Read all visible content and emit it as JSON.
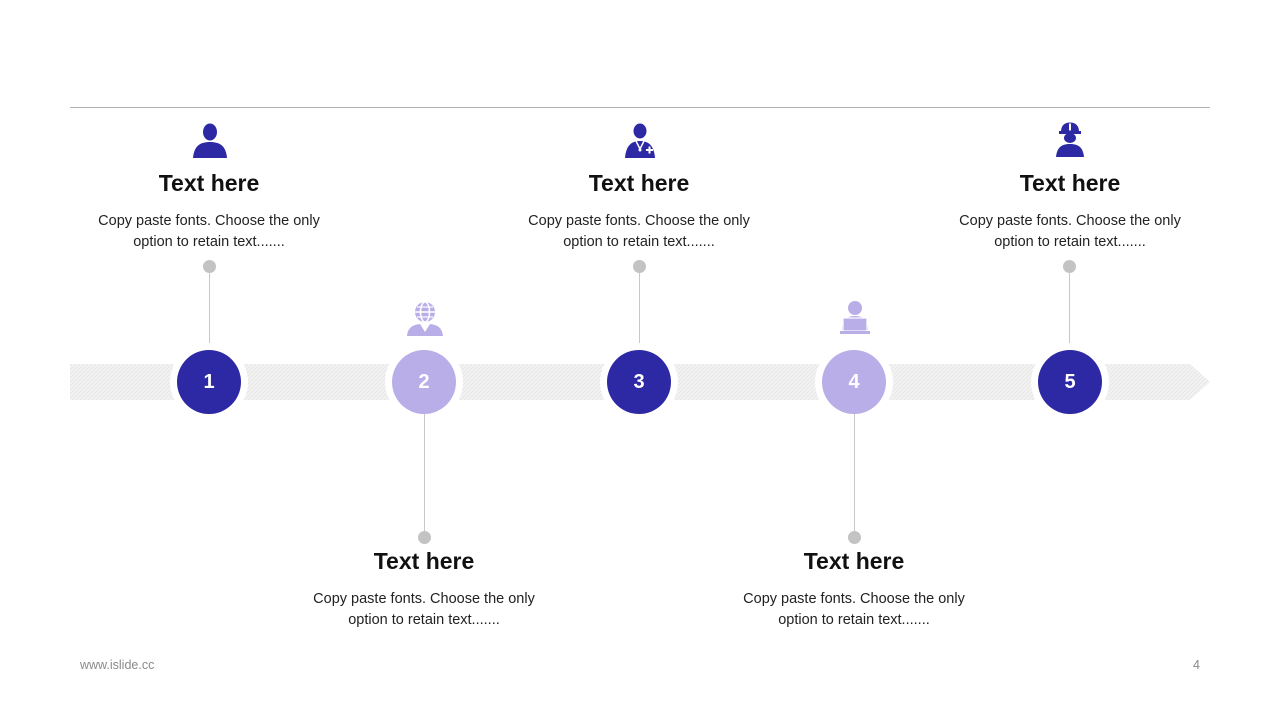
{
  "colors": {
    "dark": "#2d28a3",
    "light": "#b9aee8",
    "arrow": "#efefef",
    "connector": "#c8c8c8"
  },
  "steps": [
    {
      "number": "1",
      "title": "Text here",
      "desc_line1": "Copy paste fonts. Choose the only",
      "desc_line2": "option to retain text.......",
      "icon": "person-icon",
      "tone": "dark"
    },
    {
      "number": "2",
      "title": "Text here",
      "desc_line1": "Copy paste fonts. Choose the only",
      "desc_line2": "option to retain text.......",
      "icon": "globe-person-icon",
      "tone": "light"
    },
    {
      "number": "3",
      "title": "Text here",
      "desc_line1": "Copy paste fonts. Choose the only",
      "desc_line2": "option to retain text.......",
      "icon": "doctor-icon",
      "tone": "dark"
    },
    {
      "number": "4",
      "title": "Text here",
      "desc_line1": "Copy paste fonts. Choose the only",
      "desc_line2": "option to retain text.......",
      "icon": "laptop-user-icon",
      "tone": "light"
    },
    {
      "number": "5",
      "title": "Text here",
      "desc_line1": "Copy paste fonts. Choose the only",
      "desc_line2": "option to retain text.......",
      "icon": "worker-helmet-icon",
      "tone": "dark"
    }
  ],
  "footer": {
    "url": "www.islide.cc",
    "page": "4"
  }
}
